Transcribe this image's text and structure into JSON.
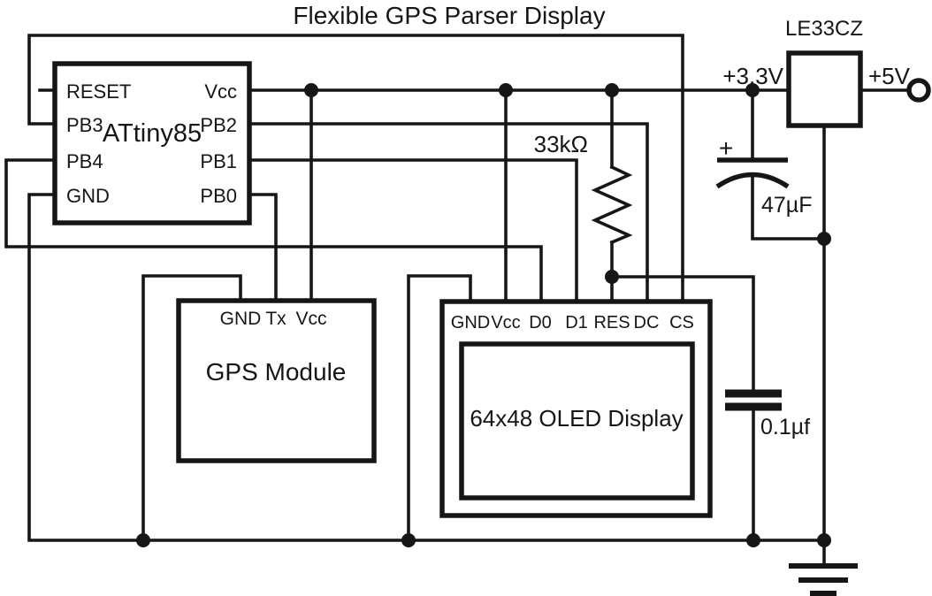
{
  "title": "Flexible GPS Parser Display",
  "colors": {
    "ink": "#161616",
    "background": "#ffffff"
  },
  "components": {
    "attiny85": {
      "label": "ATtiny85",
      "left_pins": [
        "RESET",
        "PB3",
        "PB4",
        "GND"
      ],
      "right_pins": [
        "Vcc",
        "PB2",
        "PB1",
        "PB0"
      ]
    },
    "gps_module": {
      "label": "GPS Module",
      "top_pins": [
        "GND",
        "Tx",
        "Vcc"
      ]
    },
    "oled_display": {
      "label": "64x48 OLED Display",
      "top_pins": [
        "GND",
        "Vcc",
        "D0",
        "D1",
        "RES",
        "DC",
        "CS"
      ]
    },
    "voltage_regulator": {
      "label": "LE33CZ"
    },
    "resistor": {
      "label": "33kΩ"
    },
    "electrolytic_capacitor": {
      "label": "47µF",
      "polarity_mark": "+"
    },
    "ceramic_capacitor": {
      "label": "0.1µf"
    },
    "power_labels": {
      "v33": "+3.3V",
      "v5": "+5V"
    }
  }
}
